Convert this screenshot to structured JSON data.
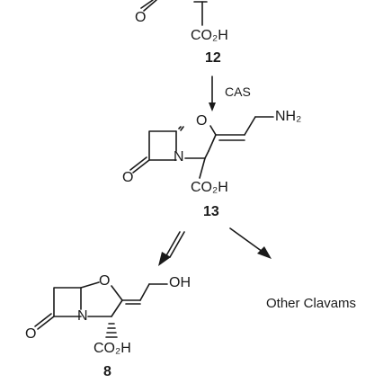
{
  "compound_12": {
    "carboxyl": "CO₂H",
    "oxygen_ketone": "O",
    "label": "12"
  },
  "step": {
    "enzyme": "CAS"
  },
  "compound_13": {
    "ring_oxygen": "O",
    "nitrogen": "N",
    "amine": "NH₂",
    "oxygen_ketone": "O",
    "carboxyl": "CO₂H",
    "label": "13"
  },
  "compound_8": {
    "ring_oxygen": "O",
    "hydroxyl": "OH",
    "nitrogen": "N",
    "oxygen_ketone": "O",
    "carboxyl": "CO₂H",
    "label": "8"
  },
  "branch": {
    "other_products": "Other Clavams"
  }
}
